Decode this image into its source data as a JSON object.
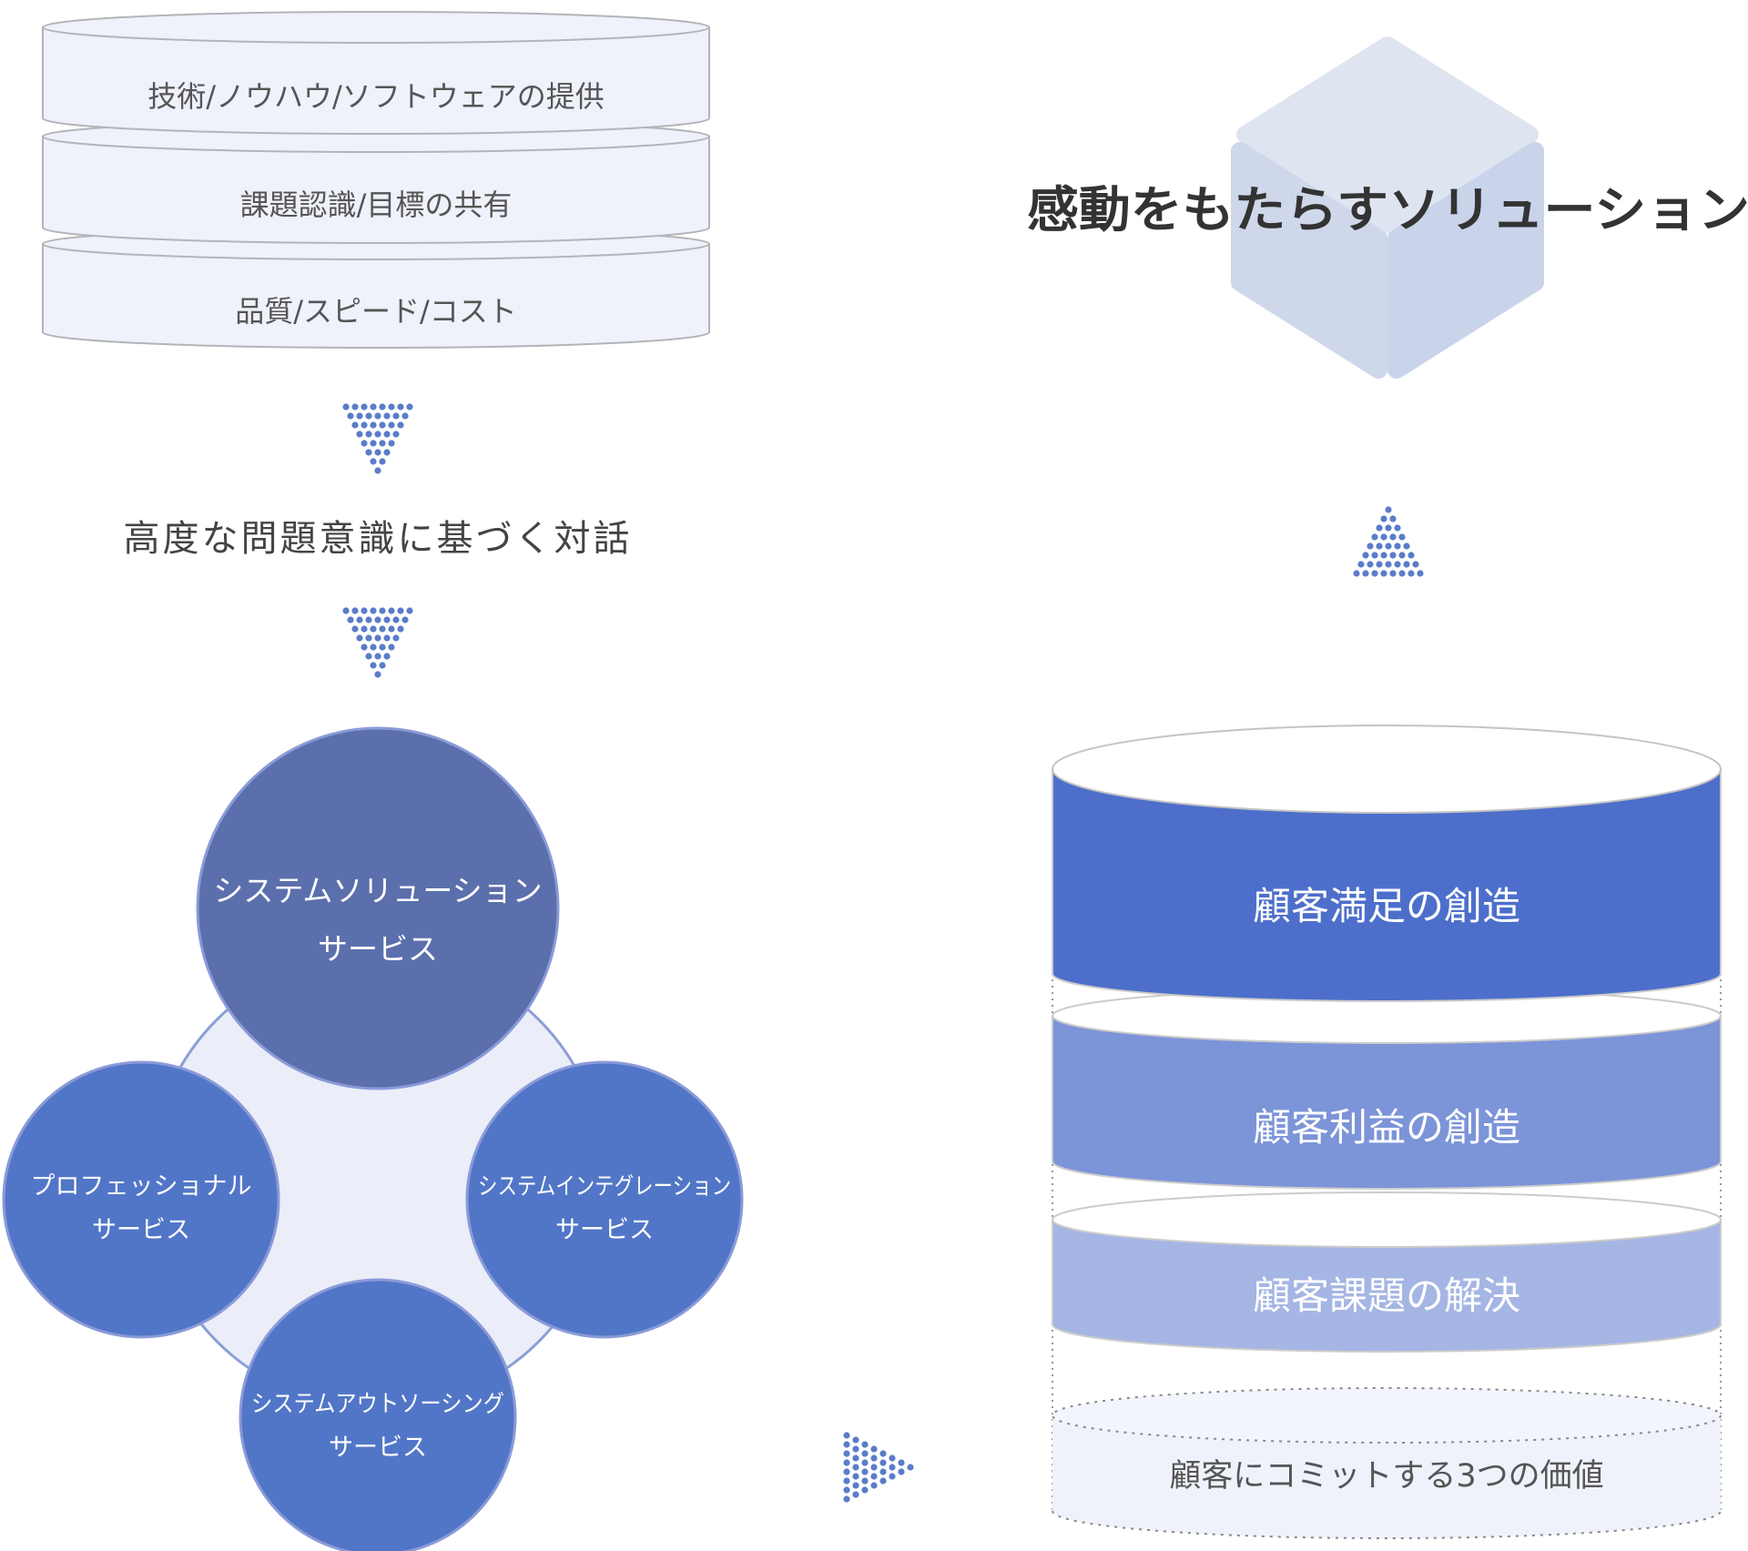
{
  "stack_top": {
    "items": [
      "技術/ノウハウ/ソフトウェアの提供",
      "課題認識/目標の共有",
      "品質/スピード/コスト"
    ]
  },
  "dialogue_label": "高度な問題意識に基づく対話",
  "services": {
    "center_line1": "システムソリューション",
    "center_line2": "サービス",
    "left_line1": "プロフェッショナル",
    "left_line2": "サービス",
    "right_line1": "システムインテグレーション",
    "right_line2": "サービス",
    "bottom_line1": "システムアウトソーシング",
    "bottom_line2": "サービス"
  },
  "solution_title": "感動をもたらすソリューション",
  "value_cylinder": {
    "layers": [
      "顧客満足の創造",
      "顧客利益の創造",
      "顧客課題の解決"
    ],
    "base_label": "顧客にコミットする3つの価値"
  },
  "colors": {
    "stack_fill": "#eff1fb",
    "stack_stroke": "#b4b4b8",
    "center_circle": "#5b6fac",
    "service_circle": "#5276c7",
    "ring_fill": "#ebeef8",
    "layer1": "#4d6fcb",
    "layer2": "#7c94d8",
    "layer3": "#a5b5e4",
    "dots": "#5b7cc8",
    "cube_top": "#dfe4f1",
    "cube_left": "#cfd7ea",
    "cube_right": "#c9d3ea"
  }
}
